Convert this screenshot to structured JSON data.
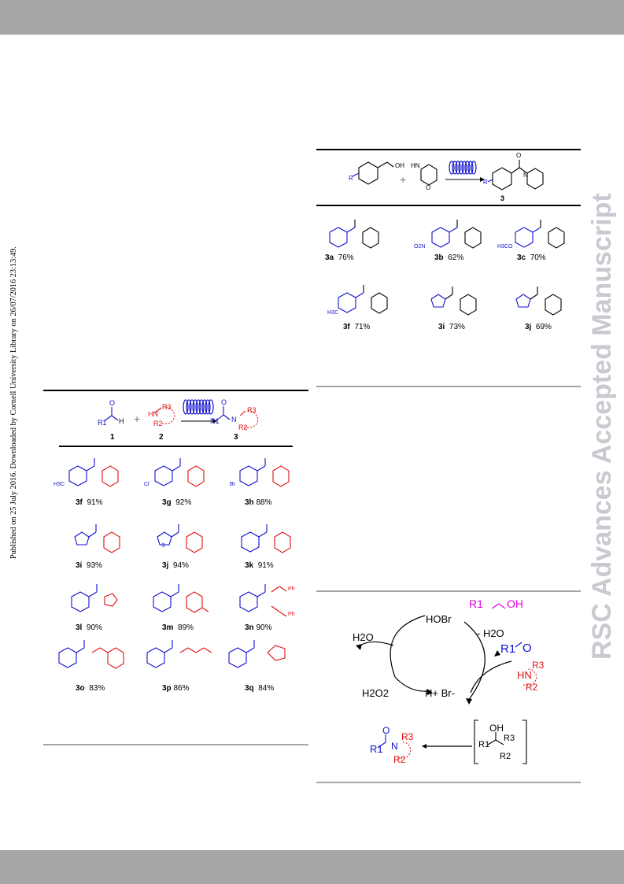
{
  "sidebar_text": "Published on 25 July 2016. Downloaded by Cornell University Library on 26/07/2016 23:13:49.",
  "watermark": "RSC Advances Accepted Manuscript",
  "scheme_top": {
    "atoms": {
      "oh": "OH",
      "hn": "HN",
      "o": "O",
      "n": "N",
      "r": "R"
    },
    "product_number": "3",
    "products": [
      {
        "id": "3a",
        "yield": "76%"
      },
      {
        "id": "3b",
        "yield": "62%",
        "sub": "O2N"
      },
      {
        "id": "3c",
        "yield": "70%",
        "sub": "H3CO"
      },
      {
        "id": "3f",
        "yield": "71%",
        "sub": "H3C"
      },
      {
        "id": "3i",
        "yield": "73%"
      },
      {
        "id": "3j",
        "yield": "69%"
      }
    ]
  },
  "scheme_left": {
    "reagents": {
      "r1": "R1",
      "h": "H",
      "o": "O",
      "hn": "HN",
      "r2": "R2",
      "r3": "R3",
      "n": "N"
    },
    "numbers": [
      "1",
      "2",
      "3"
    ],
    "products": [
      {
        "id": "3f",
        "yield": "91%"
      },
      {
        "id": "3g",
        "yield": "92%"
      },
      {
        "id": "3h",
        "yield": "88%"
      },
      {
        "id": "3i",
        "yield": "93%"
      },
      {
        "id": "3j",
        "yield": "94%"
      },
      {
        "id": "3k",
        "yield": "91%"
      },
      {
        "id": "3l",
        "yield": "90%"
      },
      {
        "id": "3m",
        "yield": "89%"
      },
      {
        "id": "3n",
        "yield": "90%"
      },
      {
        "id": "3o",
        "yield": "83%"
      },
      {
        "id": "3p",
        "yield": "86%"
      },
      {
        "id": "3q",
        "yield": "84%"
      }
    ],
    "atom_labels": {
      "h3c": "H3C",
      "cl": "Cl",
      "br": "Br",
      "s": "S",
      "ph": "Ph",
      "nh": "H"
    }
  },
  "mechanism": {
    "hobr": "HOBr",
    "r1_alcohol": "R1",
    "oh": "OH",
    "minus_water": "- H2O",
    "h2o": "H2O",
    "aldehyde_r1": "R1",
    "aldehyde_o": "O",
    "hn": "HN",
    "r2": "R2",
    "r3": "R3",
    "h2o2": "H2O2",
    "hbr": "H+ Br-",
    "intermediate_oh": "OH",
    "product": "R1 amide"
  }
}
